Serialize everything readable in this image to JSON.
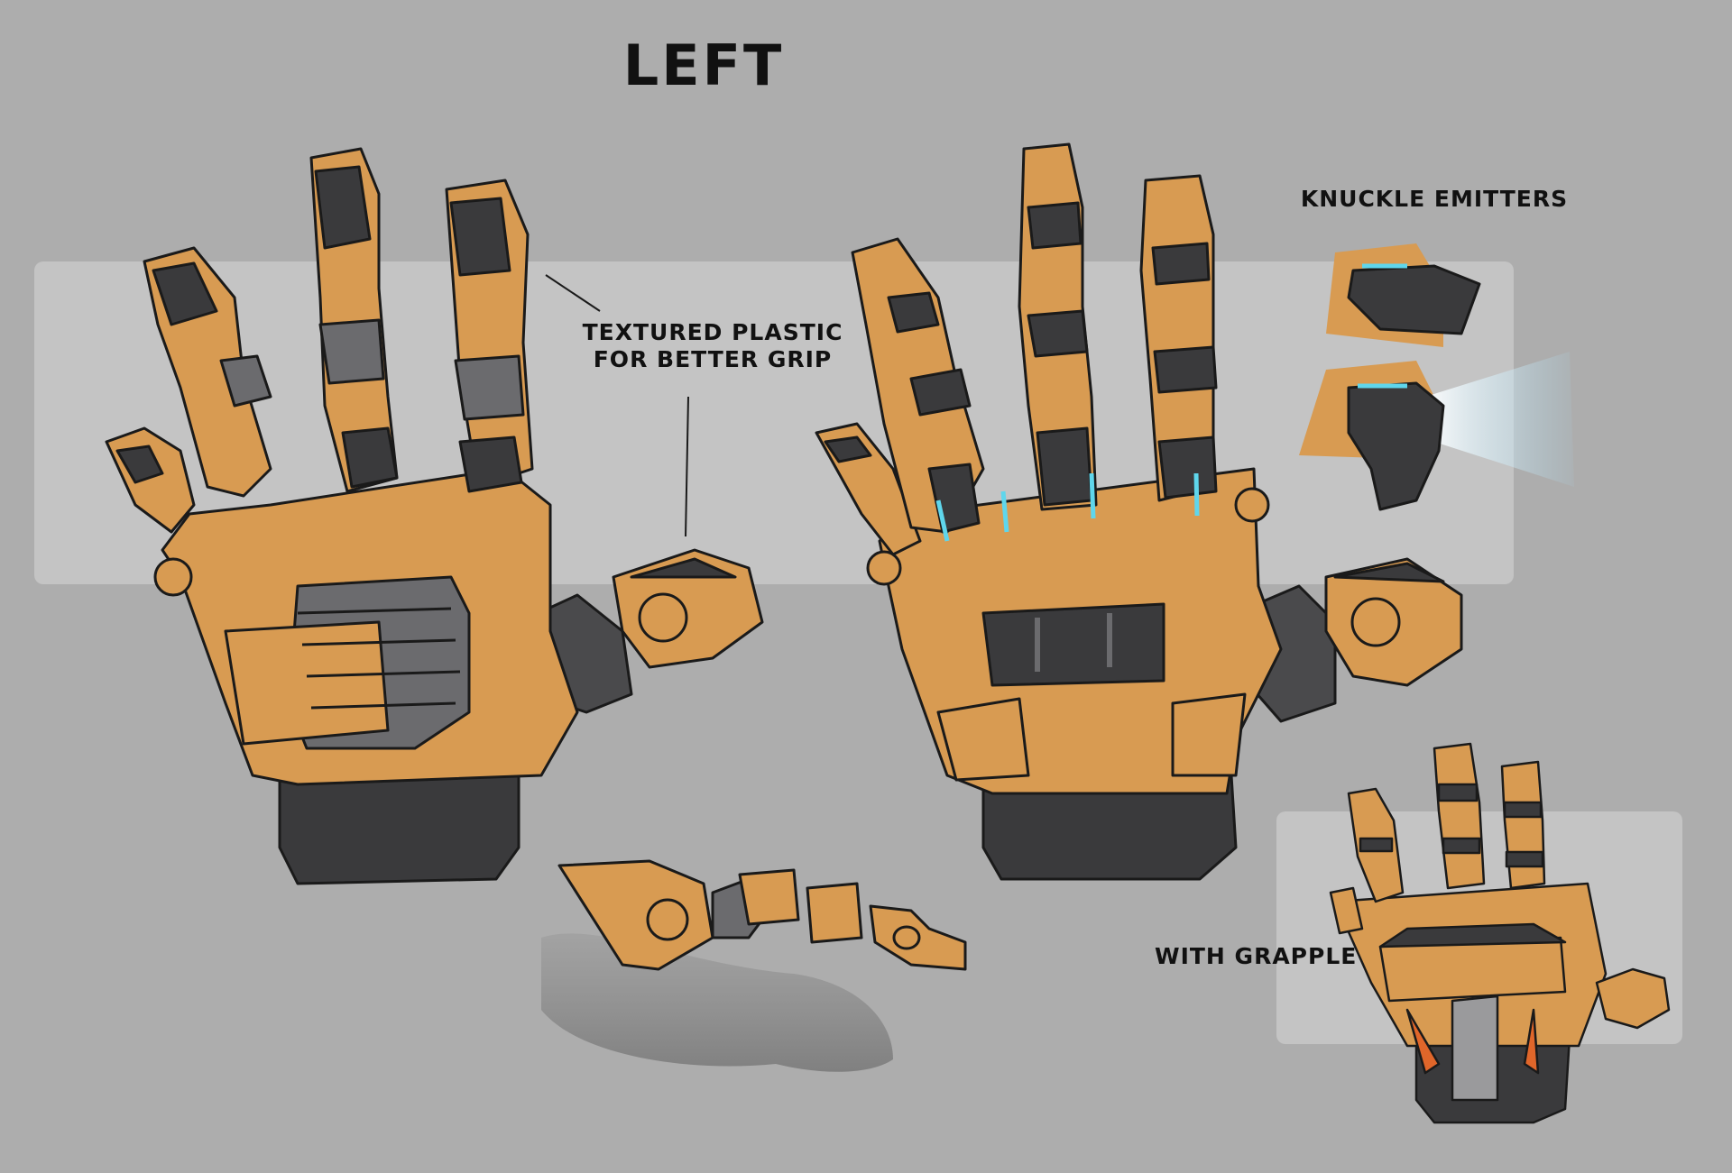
{
  "sheet": {
    "title": "LEFT",
    "callouts": {
      "grip_line1": "TEXTURED PLASTIC",
      "grip_line2": "FOR BETTER GRIP",
      "knuckle": "KNUCKLE EMITTERS",
      "grapple": "WITH GRAPPLE"
    }
  },
  "colors": {
    "background": "#adadad",
    "panel": "#c4c4c4",
    "armor": "#d89b52",
    "dark": "#3a3a3c",
    "mid": "#6b6b6e",
    "glow": "#5fd6ec",
    "warning": "#e0662a"
  }
}
